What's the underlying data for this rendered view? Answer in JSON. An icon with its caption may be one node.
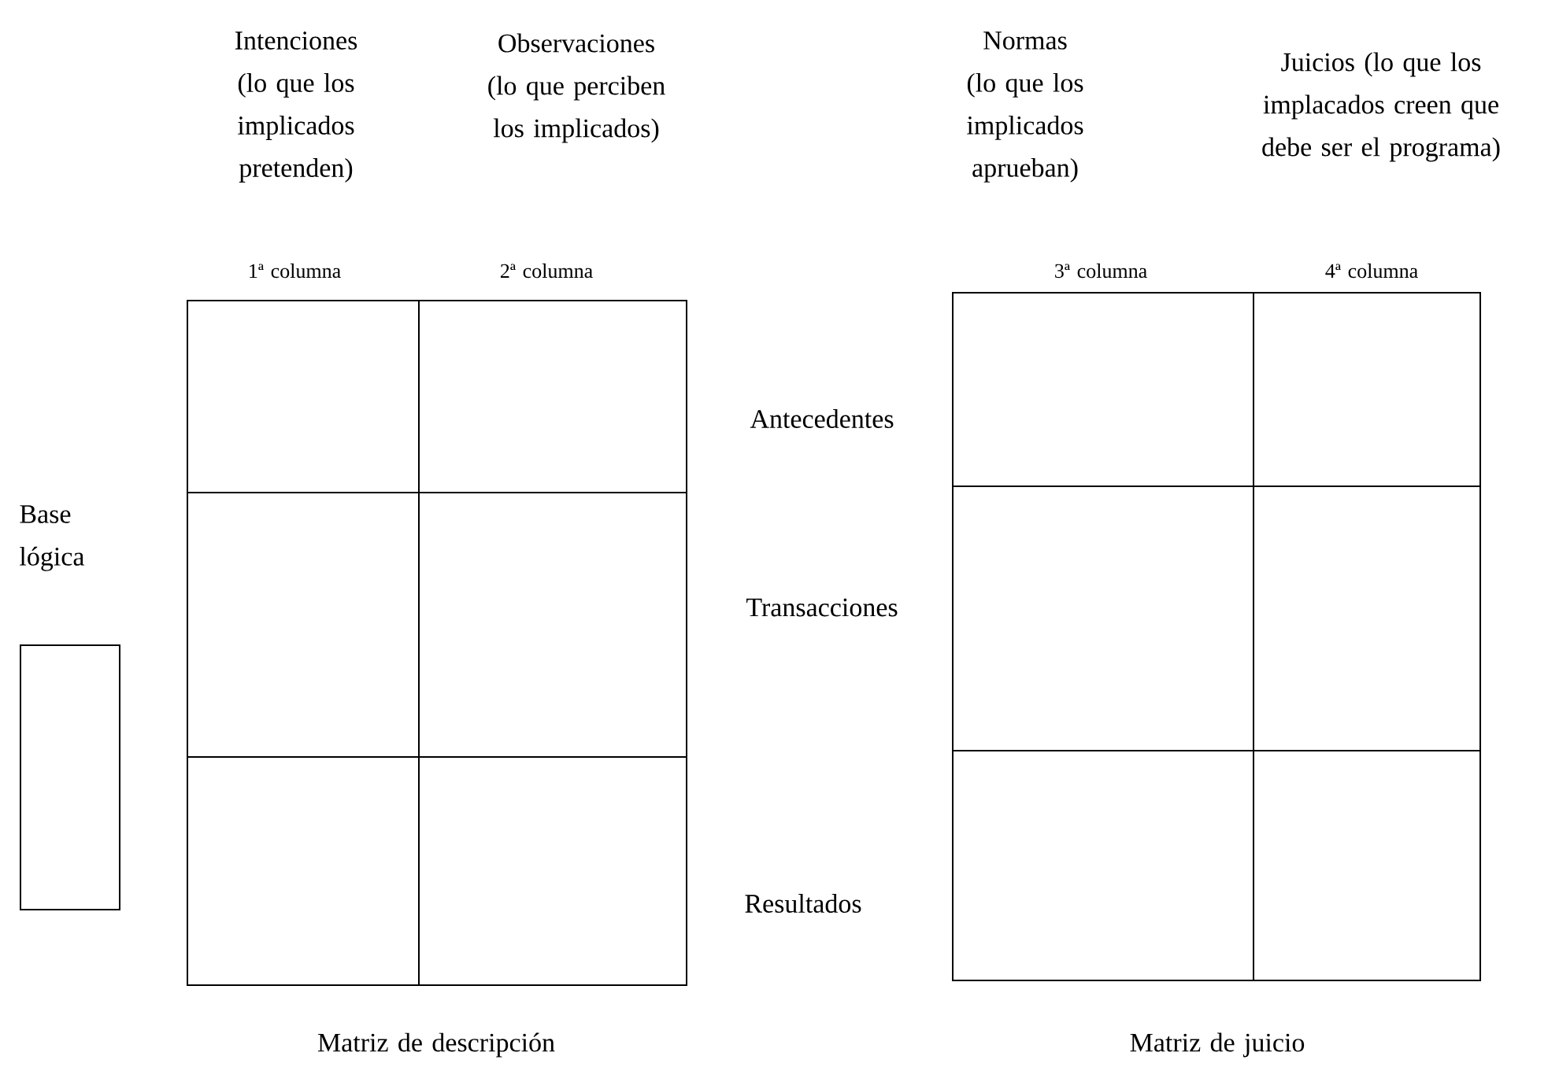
{
  "diagram": {
    "nodes": [
      {
        "text": [
          "Base lógica"
        ]
      },
      {
        "text": [
          "Matriz de descripción"
        ]
      },
      {
        "text": [
          "Matriz de juicio"
        ]
      }
    ],
    "labels": [
      "Intenciones (lo que los implicados pretenden)",
      "Observaciones (lo que perciben los implicados)",
      "Normas (lo que los implicados aprueban)",
      "Juicios (lo que los implacados creen que debe ser el programa)",
      "1ª columna",
      "2ª columna",
      "3ª columna",
      "4ª columna",
      "Antecedentes",
      "Transacciones",
      "Resultados"
    ]
  }
}
